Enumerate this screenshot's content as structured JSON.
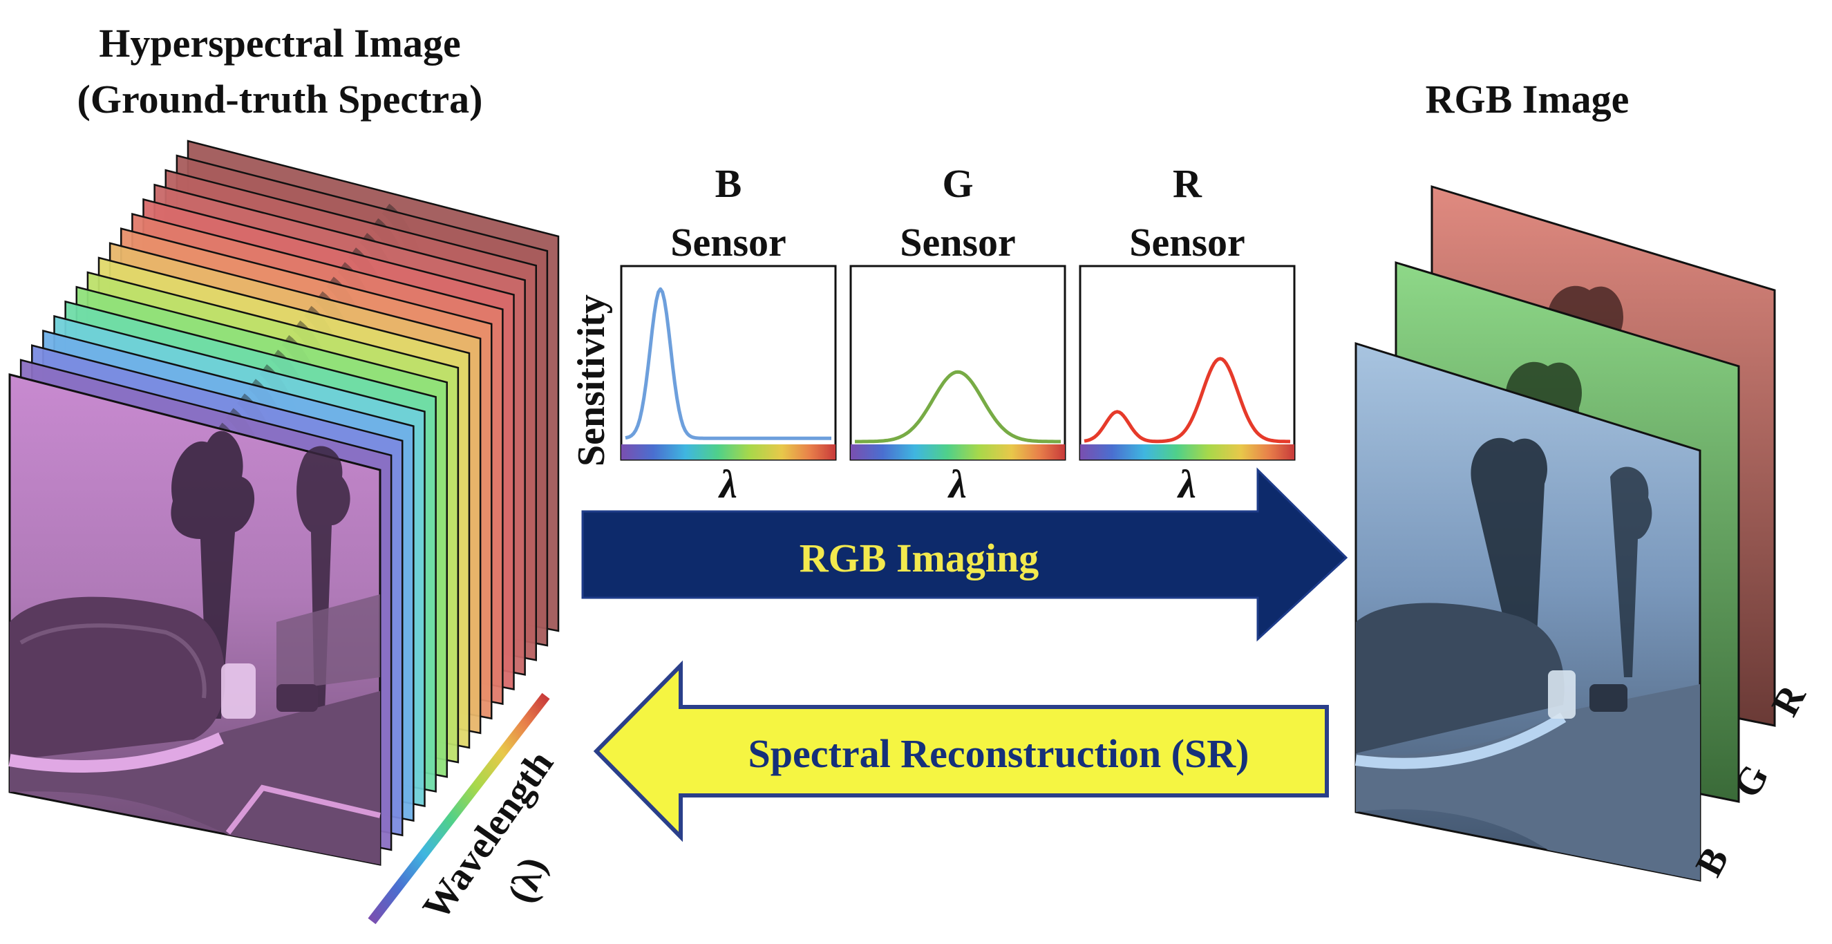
{
  "hsi": {
    "title_line1": "Hyperspectral Image",
    "title_line2": "(Ground-truth Spectra)",
    "axis_label": "Wavelength",
    "axis_symbol": "(λ)",
    "band_colors": [
      "#8a6fc2",
      "#7a8be0",
      "#6fb0e8",
      "#6fd0d8",
      "#6fdca8",
      "#8fe07a",
      "#bde06a",
      "#e0d86a",
      "#e8b66a",
      "#e88f6a",
      "#e07a6a",
      "#d86a6a",
      "#c86868",
      "#b86060",
      "#a85c5c",
      "#a05858"
    ]
  },
  "sensors": [
    {
      "letter": "B",
      "word": "Sensor",
      "lambda": "λ",
      "color": "#6d9fdc"
    },
    {
      "letter": "G",
      "word": "Sensor",
      "lambda": "λ",
      "color": "#77ab45"
    },
    {
      "letter": "R",
      "word": "Sensor",
      "lambda": "λ",
      "color": "#e63a2a"
    }
  ],
  "sensitivity_label": "Sensitivity",
  "arrows": {
    "forward_label": "RGB Imaging",
    "backward_label": "Spectral Reconstruction (SR)",
    "forward_fill": "#0d2a6b",
    "forward_text": "#f2e94e",
    "backward_fill": "#f5f542",
    "backward_border": "#2a3f8a",
    "backward_text": "#15307a"
  },
  "rgb": {
    "title": "RGB Image",
    "channel_labels": [
      "R",
      "G",
      "B"
    ]
  }
}
